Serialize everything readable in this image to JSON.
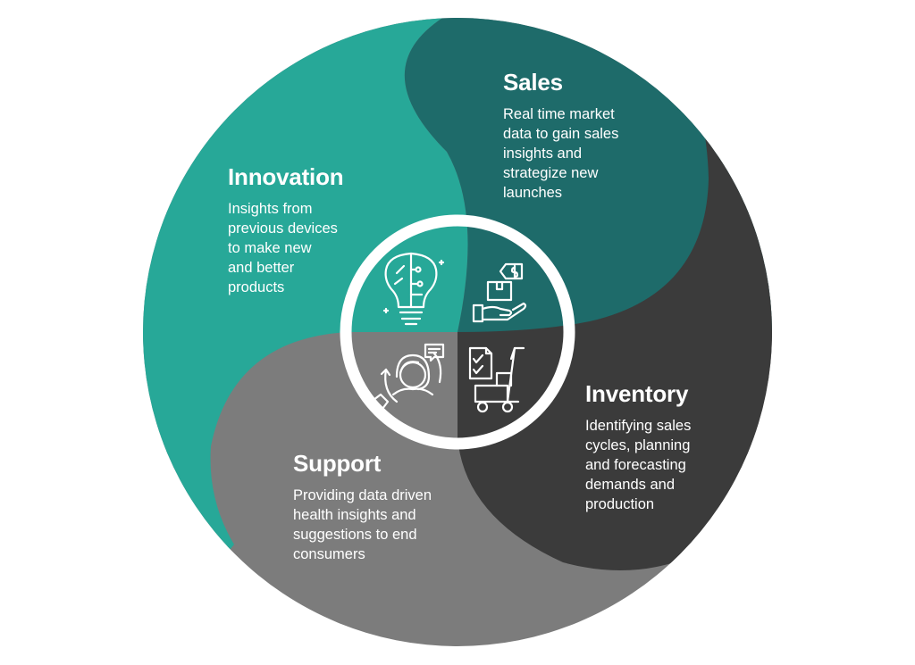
{
  "colors": {
    "innovation": "#27a898",
    "sales": "#1e6b6a",
    "inventory": "#3b3b3b",
    "support": "#7c7c7c",
    "ring": "#ffffff"
  },
  "segments": [
    {
      "key": "sales",
      "title": "Sales",
      "text": "Real time market\ndata to gain sales\ninsights and\nstrategize new\nlaunches",
      "icon": "price-tag-hand-icon"
    },
    {
      "key": "innovation",
      "title": "Innovation",
      "text": "Insights from\nprevious devices\nto make new\nand better\nproducts",
      "icon": "lightbulb-circuit-icon"
    },
    {
      "key": "inventory",
      "title": "Inventory",
      "text": "Identifying sales\ncycles, planning\nand forecasting\ndemands and\nproduction",
      "icon": "checklist-handcart-icon"
    },
    {
      "key": "support",
      "title": "Support",
      "text": "Providing data driven\nhealth insights and\nsuggestions to end\nconsumers",
      "icon": "customer-support-icon"
    }
  ]
}
